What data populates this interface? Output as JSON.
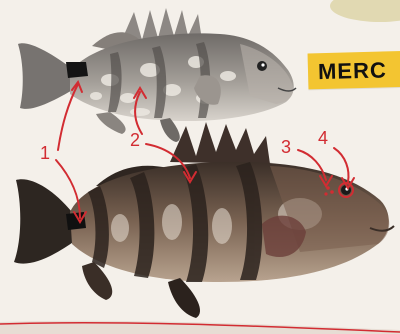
{
  "banner": {
    "text": "MERC"
  },
  "callouts": [
    {
      "label": "1"
    },
    {
      "label": "2"
    },
    {
      "label": "3"
    },
    {
      "label": "4"
    }
  ],
  "colors": {
    "annotation": "#d22c32",
    "banner": "#f3c531",
    "paper": "#f4f0ea",
    "top_fish_body": "#8e8a85",
    "bottom_fish_body": "#6b5646",
    "bottom_fish_band": "#2b221d"
  }
}
